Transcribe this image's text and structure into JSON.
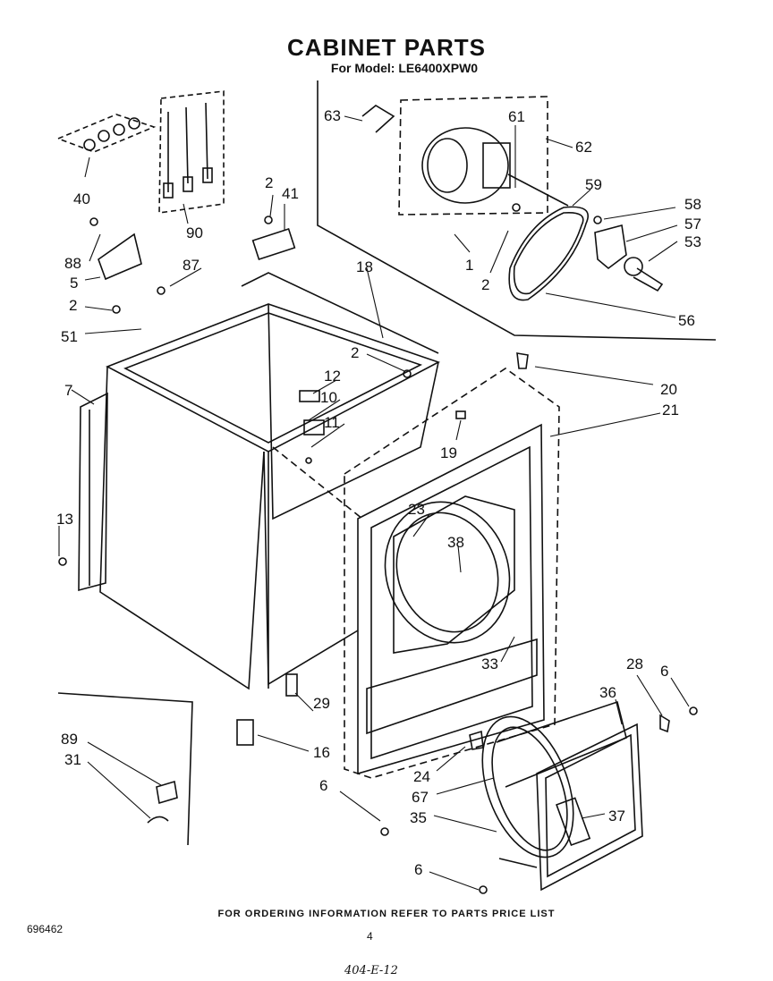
{
  "header": {
    "title": "CABINET PARTS",
    "model_label": "For Model:",
    "model": "LE6400XPW0"
  },
  "footer": {
    "ordering_note": "FOR ORDERING INFORMATION REFER TO PARTS PRICE LIST",
    "document_number": "696462",
    "page_number": "4",
    "handwritten_note": "404-E-12"
  },
  "callouts": [
    "40",
    "90",
    "2",
    "41",
    "88",
    "5",
    "87",
    "2",
    "51",
    "7",
    "13",
    "18",
    "2",
    "12",
    "10",
    "11",
    "19",
    "20",
    "21",
    "23",
    "38",
    "33",
    "29",
    "16",
    "6",
    "89",
    "31",
    "63",
    "61",
    "62",
    "59",
    "58",
    "57",
    "53",
    "1",
    "2",
    "56",
    "6",
    "28",
    "36",
    "24",
    "67",
    "35",
    "37",
    "6"
  ]
}
